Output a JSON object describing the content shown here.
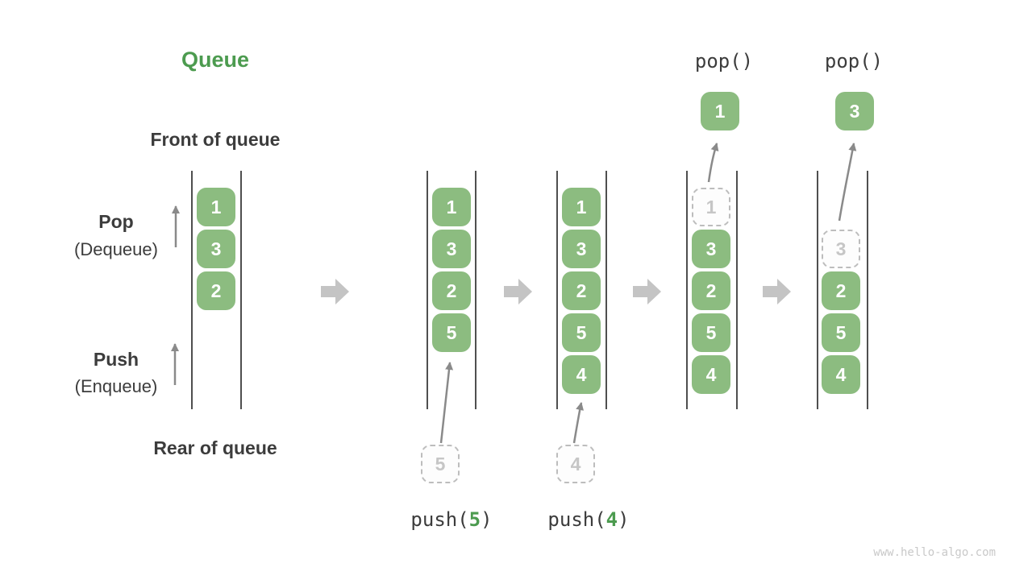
{
  "title": {
    "text": "Queue"
  },
  "side_labels": {
    "front": "Front of queue",
    "rear": "Rear of queue",
    "pop": "Pop",
    "pop_sub": "(Dequeue)",
    "push": "Push",
    "push_sub": "(Enqueue)"
  },
  "operations": {
    "pop_labels": [
      "pop()",
      "pop()"
    ],
    "push_calls": [
      {
        "prefix": "push(",
        "arg": "5",
        "suffix": ")"
      },
      {
        "prefix": "push(",
        "arg": "4",
        "suffix": ")"
      }
    ]
  },
  "queues": [
    {
      "cells": [
        {
          "value": "1",
          "style": "solid"
        },
        {
          "value": "3",
          "style": "solid"
        },
        {
          "value": "2",
          "style": "solid"
        }
      ]
    },
    {
      "cells": [
        {
          "value": "1",
          "style": "solid"
        },
        {
          "value": "3",
          "style": "solid"
        },
        {
          "value": "2",
          "style": "solid"
        },
        {
          "value": "5",
          "style": "solid"
        }
      ]
    },
    {
      "cells": [
        {
          "value": "1",
          "style": "solid"
        },
        {
          "value": "3",
          "style": "solid"
        },
        {
          "value": "2",
          "style": "solid"
        },
        {
          "value": "5",
          "style": "solid"
        },
        {
          "value": "4",
          "style": "solid"
        }
      ]
    },
    {
      "cells": [
        {
          "value": "1",
          "style": "dashed"
        },
        {
          "value": "3",
          "style": "solid"
        },
        {
          "value": "2",
          "style": "solid"
        },
        {
          "value": "5",
          "style": "solid"
        },
        {
          "value": "4",
          "style": "solid"
        }
      ]
    },
    {
      "cells": [
        {
          "value": "3",
          "style": "dashed"
        },
        {
          "value": "2",
          "style": "solid"
        },
        {
          "value": "5",
          "style": "solid"
        },
        {
          "value": "4",
          "style": "solid"
        }
      ]
    }
  ],
  "popped": [
    {
      "value": "1"
    },
    {
      "value": "3"
    }
  ],
  "staged": [
    {
      "value": "5"
    },
    {
      "value": "4"
    }
  ],
  "watermark": "www.hello-algo.com",
  "colors": {
    "green-box": "#8cbc80",
    "green-text": "#4c9b4f",
    "dark-text": "#3c3c3c",
    "wall": "#4f4f4f",
    "thin-arrow": "#8a8a8a",
    "block-arrow": "#c4c4c4",
    "ghost-border": "#bdbdbd",
    "ghost-text": "#c6c6c6",
    "watermark": "#c9c9c9"
  }
}
